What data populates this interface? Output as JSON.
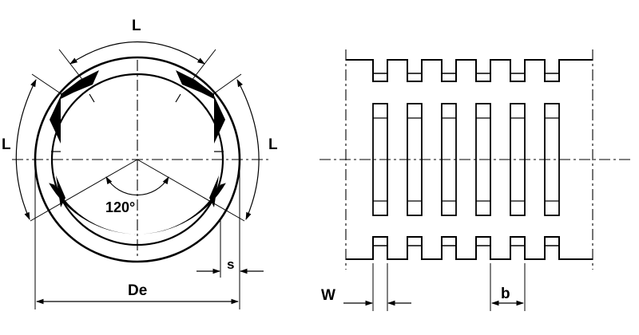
{
  "labels": {
    "arc_top": "L",
    "arc_left": "L",
    "arc_right": "L",
    "angle": "120°",
    "diameter": "De",
    "gap": "s",
    "width": "W",
    "pitch": "b"
  },
  "colors": {
    "line": "#000000",
    "fill": "#000000",
    "background": "#ffffff"
  }
}
